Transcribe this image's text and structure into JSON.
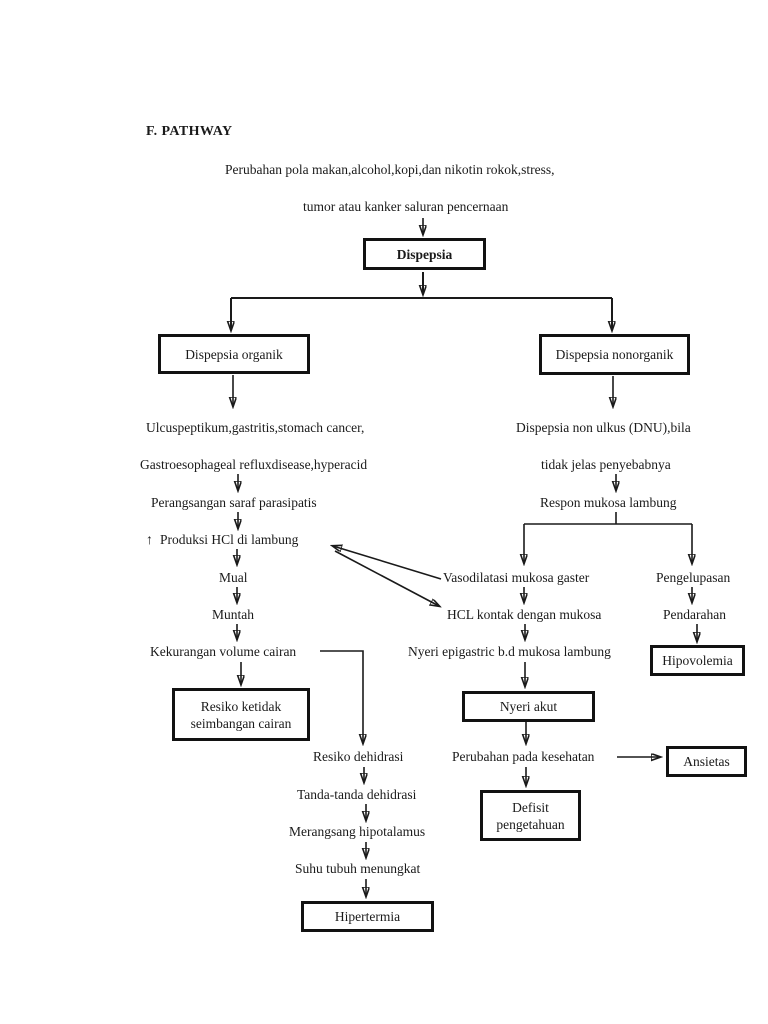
{
  "page": {
    "background": "#ffffff",
    "ink": "#1a1a1a"
  },
  "header": {
    "title": "F. PATHWAY"
  },
  "causes": {
    "line1": "Perubahan pola makan,alcohol,kopi,dan nikotin rokok,stress,",
    "line2": "tumor atau kanker saluran pencernaan"
  },
  "nodes": {
    "dispepsia": "Dispepsia",
    "organik": "Dispepsia organik",
    "nonorganik": "Dispepsia nonorganik"
  },
  "left": {
    "ulcus": "Ulcuspeptikum,gastritis,stomach cancer,",
    "gastro": "Gastroesophageal refluxdisease,hyperacid",
    "perangsangan": "Perangsangan saraf parasipatis",
    "produksi_arrow": "↑",
    "produksi": "Produksi HCl di lambung",
    "mual": "Mual",
    "muntah": "Muntah",
    "kekurangan": "Kekurangan volume cairan",
    "resiko_cairan1": "Resiko ketidak",
    "resiko_cairan2": "seimbangan cairan"
  },
  "mid": {
    "resiko_dehidrasi": "Resiko dehidrasi",
    "tanda": "Tanda-tanda dehidrasi",
    "merangsang": "Merangsang hipotalamus",
    "suhu": "Suhu tubuh menungkat",
    "hipertermia": "Hipertermia"
  },
  "right": {
    "dnu1": "Dispepsia non ulkus (DNU),bila",
    "dnu2": "tidak jelas penyebabnya",
    "respon": "Respon mukosa lambung",
    "vasodilatasi": "Vasodilatasi mukosa gaster",
    "pengelupasan": "Pengelupasan",
    "hcl": "HCL kontak dengan mukosa",
    "pendarahan": "Pendarahan",
    "hipovolemia": "Hipovolemia",
    "nyeri_epigastric": "Nyeri epigastric b.d mukosa lambung",
    "nyeri_akut": "Nyeri akut",
    "perubahan": "Perubahan pada kesehatan",
    "ansietas": "Ansietas",
    "defisit1": "Defisit",
    "defisit2": "pengetahuan"
  }
}
